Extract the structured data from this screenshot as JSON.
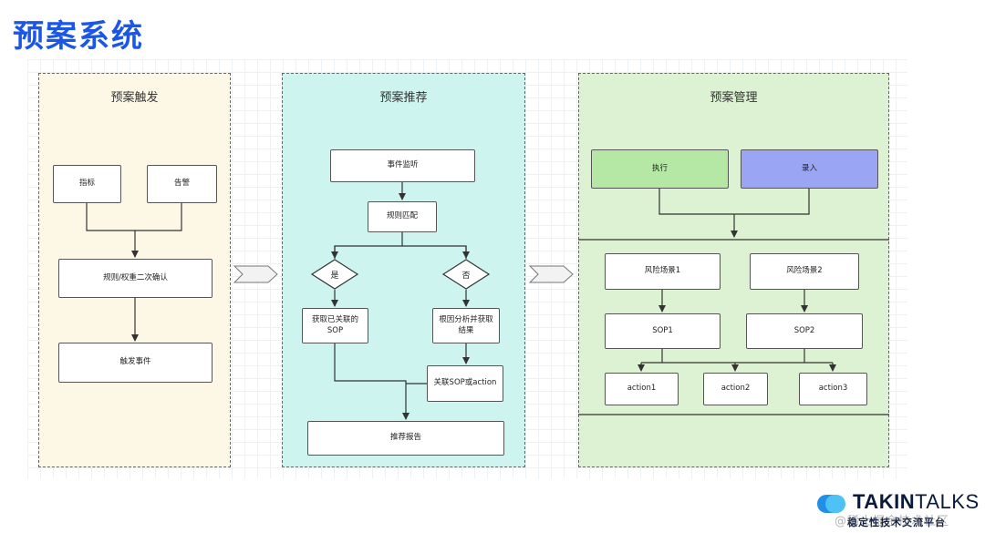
{
  "title": "预案系统",
  "panels": {
    "trigger": {
      "title": "预案触发",
      "indicator": "指标",
      "alarm": "告警",
      "rule_confirm": "规则/权重二次确认",
      "trigger_event": "触发事件"
    },
    "recommend": {
      "title": "预案推荐",
      "event_listen": "事件监听",
      "rule_match": "规则匹配",
      "yes": "是",
      "no": "否",
      "get_sop_line1": "获取已关联的",
      "get_sop_line2": "SOP",
      "root_cause_line1": "根因分析并获取",
      "root_cause_line2": "结果",
      "link_sop": "关联SOP或action",
      "report": "推荐报告"
    },
    "manage": {
      "title": "预案管理",
      "execute": "执行",
      "entry": "录入",
      "scene1": "风险场景1",
      "scene2": "风险场景2",
      "sop1": "SOP1",
      "sop2": "SOP2",
      "action1": "action1",
      "action2": "action2",
      "action3": "action3"
    }
  },
  "logo": {
    "takin": "TAKIN",
    "talks": "TALKS",
    "subtitle": "稳定性技术交流平台"
  },
  "watermark": "@稀土掘金技术社区",
  "colors": {
    "title": "#1a56e8",
    "trigger_bg": "#fdf8e6",
    "recommend_bg": "#cdf4ef",
    "manage_bg": "#dcf2d2",
    "execute_bg": "#b4e8a4",
    "entry_bg": "#9aa6f4"
  }
}
